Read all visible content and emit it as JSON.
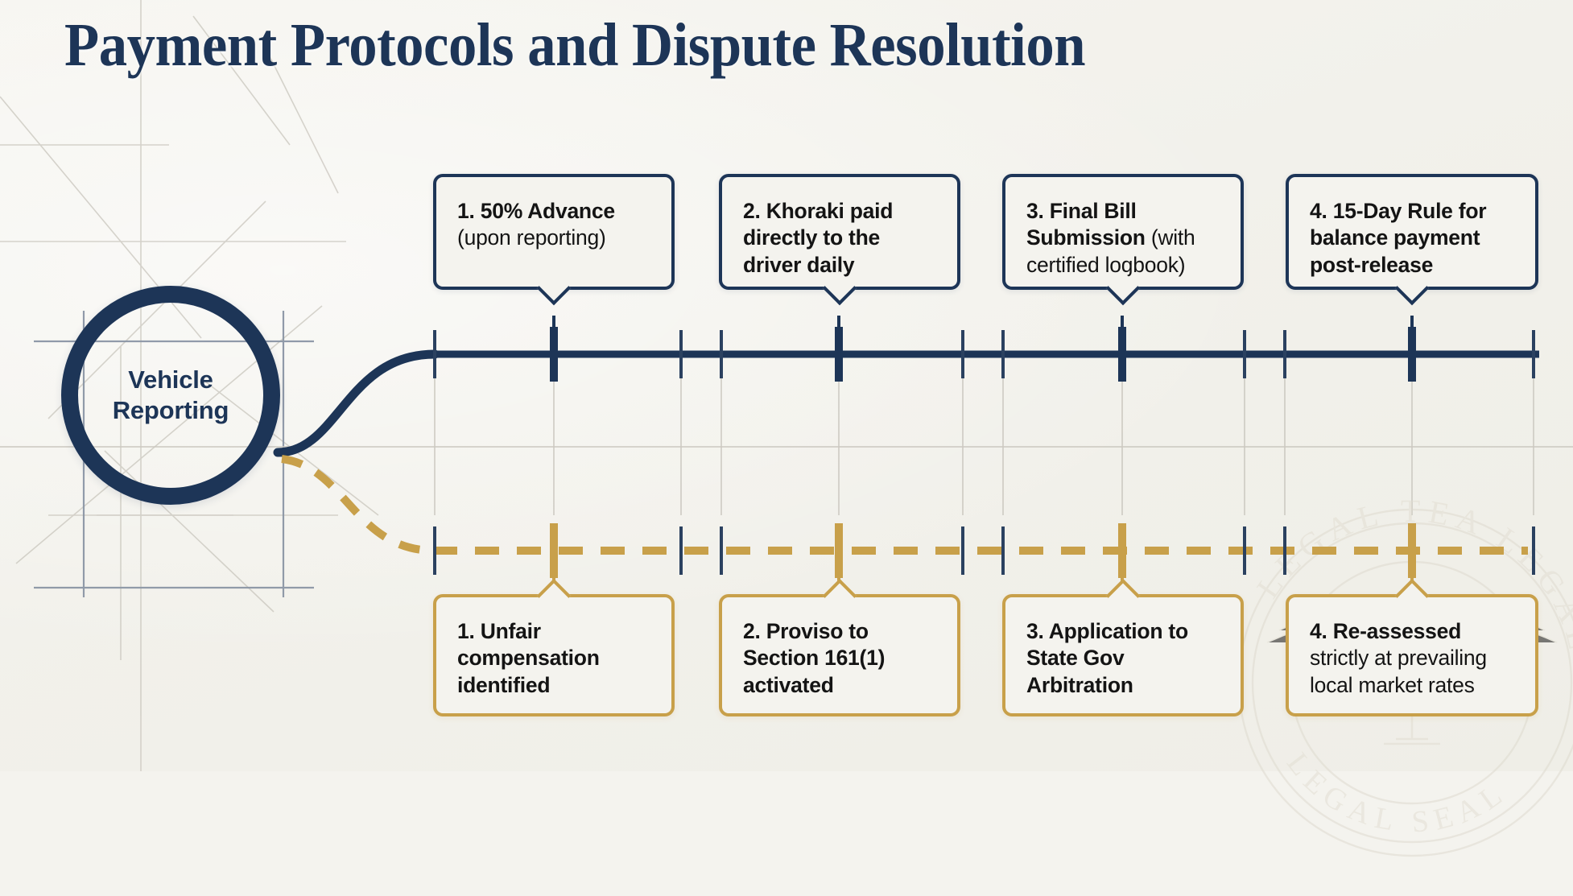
{
  "page": {
    "title": "Payment Protocols and Dispute Resolution",
    "background_color": "#f4f3ee",
    "navy": "#1d3557",
    "gold": "#c8a04a"
  },
  "hub": {
    "label_line1": "Vehicle",
    "label_line2": "Reporting",
    "label": "Vehicle Reporting"
  },
  "watermark": {
    "outer_text": "LEGAL TEA LEGAL",
    "inner_text": "LEGAL SEAL"
  },
  "tracks": [
    {
      "id": "payment-track",
      "style": "solid",
      "color": "#1d3557",
      "position": "top",
      "major_ticks_x": [
        688,
        1042,
        1394,
        1754
      ],
      "minor_ticks_x": [
        540,
        846,
        896,
        1196,
        1246,
        1546,
        1596,
        1905
      ]
    },
    {
      "id": "dispute-track",
      "style": "dashed",
      "color": "#c8a04a",
      "position": "bottom",
      "major_ticks_x": [
        688,
        1042,
        1394,
        1754
      ],
      "minor_ticks_x": [
        540,
        846,
        896,
        1196,
        1246,
        1546,
        1596,
        1905
      ]
    }
  ],
  "payment_steps": [
    {
      "index": "1",
      "heading": "1. 50% Advance",
      "detail": " (upon reporting)"
    },
    {
      "index": "2",
      "heading": "2. Khoraki paid directly to the driver daily",
      "detail": ""
    },
    {
      "index": "3",
      "heading": "3. Final Bill Submission",
      "detail": " (with certified logbook)"
    },
    {
      "index": "4",
      "heading": "4. 15-Day Rule for balance payment post-release",
      "detail": ""
    }
  ],
  "dispute_steps": [
    {
      "index": "1",
      "heading": "1. Unfair compensation identified",
      "detail": ""
    },
    {
      "index": "2",
      "heading": "2. Proviso to Section 161(1) activated",
      "detail": ""
    },
    {
      "index": "3",
      "heading": "3. Application to State Gov Arbitration",
      "detail": ""
    },
    {
      "index": "4",
      "heading": "4. Re-assessed",
      "detail": " strictly at prevailing local market rates"
    }
  ]
}
